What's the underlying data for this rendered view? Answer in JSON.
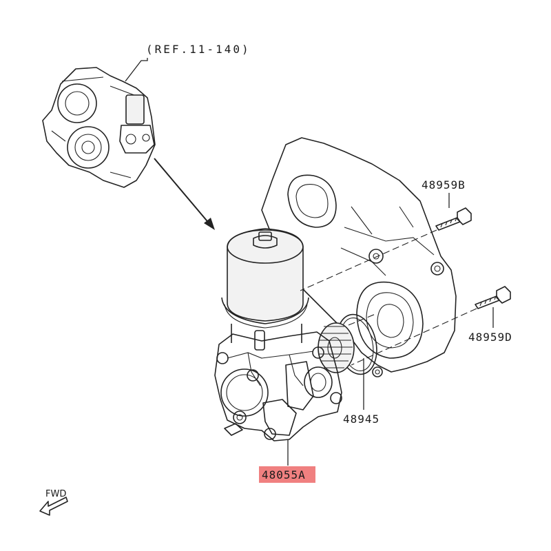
{
  "reference_label": "(REF.11-140)",
  "callouts": {
    "bolt_b": "48959B",
    "bolt_d": "48959D",
    "gasket": "48945",
    "pump": "48055A"
  },
  "fwd_label": "FWD",
  "colors": {
    "highlight": "#f08080",
    "line": "#222222"
  }
}
